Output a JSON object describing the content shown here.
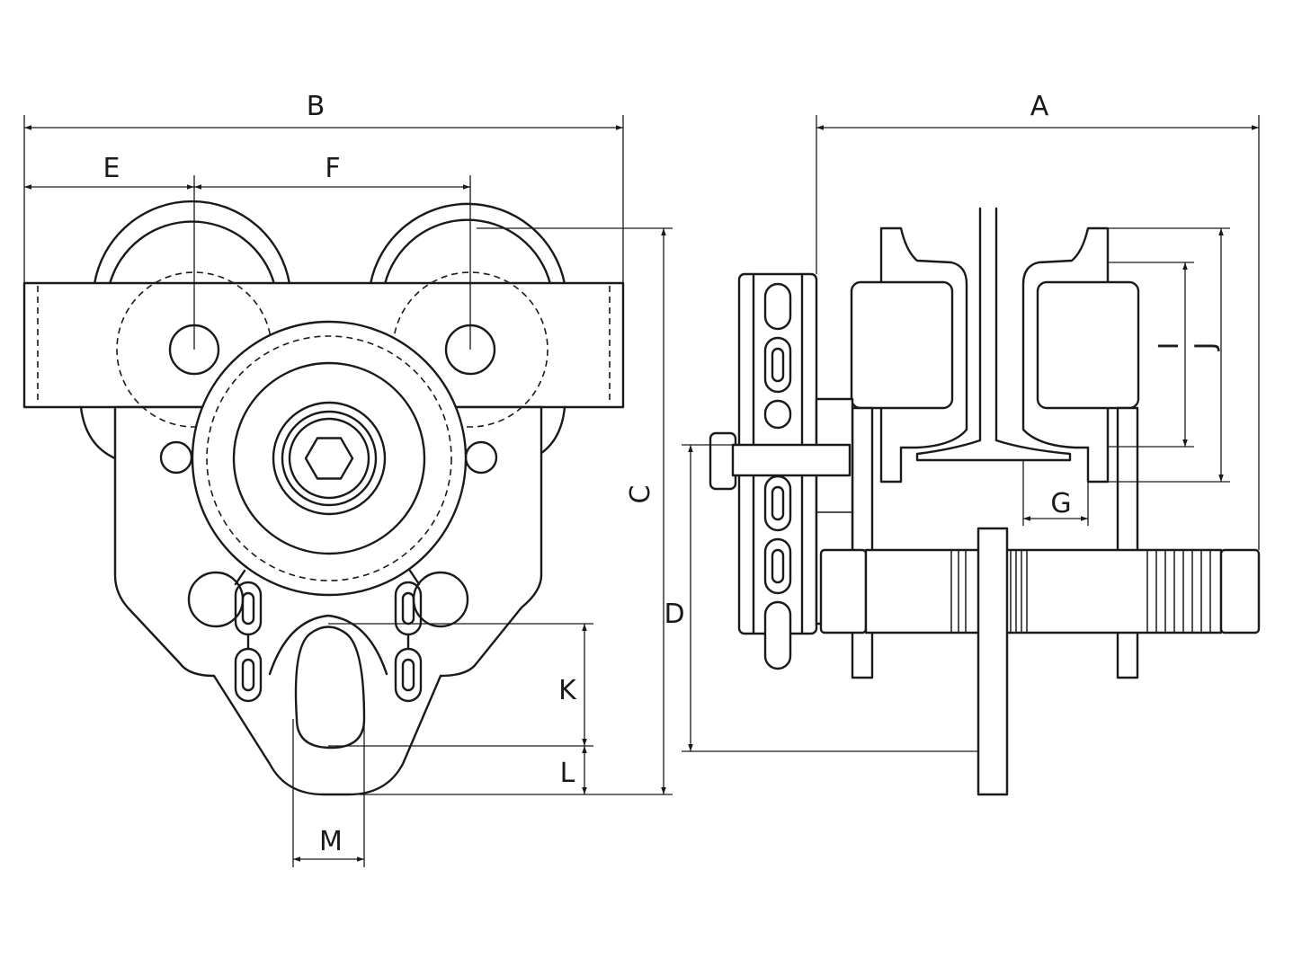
{
  "drawing": {
    "labels": {
      "A": "A",
      "B": "B",
      "C": "C",
      "D": "D",
      "E": "E",
      "F": "F",
      "G": "G",
      "I": "I",
      "J": "J",
      "K": "K",
      "L": "L",
      "M": "M"
    },
    "line_color": "#1a1a1a",
    "background": "#ffffff"
  }
}
